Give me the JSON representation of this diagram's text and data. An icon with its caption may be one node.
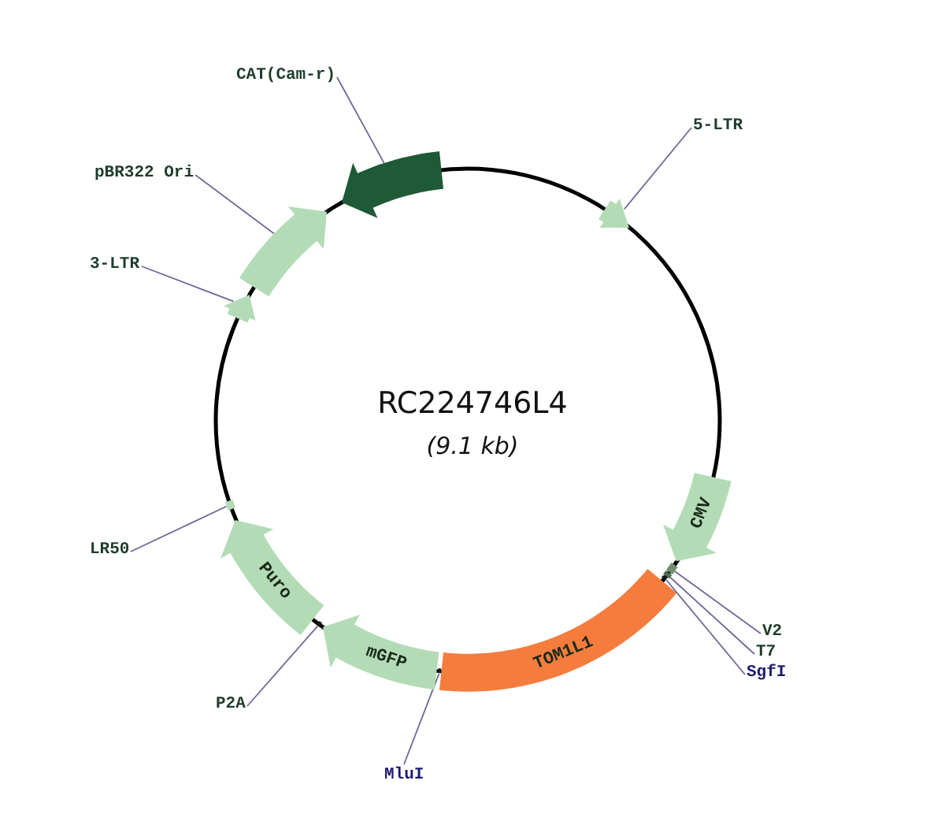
{
  "diagram": {
    "title": "RC224746L4",
    "nodes": [
      {
        "text": [
          "CAT(Cam-r)"
        ]
      },
      {
        "text": [],
        "shape": "arrow"
      },
      {
        "text": [
          "5-LTR"
        ]
      },
      {
        "text": [],
        "shape": "arrow"
      },
      {
        "text": [
          "pBR322 Ori"
        ]
      },
      {
        "text": [],
        "shape": "arrow"
      },
      {
        "text": [
          "3-LTR"
        ]
      },
      {
        "text": [],
        "shape": "arrow"
      },
      {
        "text": [
          "CMV"
        ]
      },
      {
        "text": [
          "LR50"
        ]
      },
      {
        "text": [],
        "shape": "bar"
      },
      {
        "text": [
          "Puro"
        ]
      },
      {
        "text": [
          "V2"
        ]
      },
      {
        "text": [],
        "shape": "bar"
      },
      {
        "text": [
          "T7"
        ]
      },
      {
        "text": [],
        "shape": "bar"
      },
      {
        "text": [
          "SgfI"
        ]
      },
      {
        "text": [],
        "shape": "bar"
      },
      {
        "text": [
          "mGFP"
        ]
      },
      {
        "text": [
          "TOM1L1"
        ]
      },
      {
        "text": [
          "P2A"
        ]
      },
      {
        "text": [],
        "shape": "bar"
      },
      {
        "text": [
          "MluI"
        ]
      },
      {
        "text": [],
        "shape": "bar"
      }
    ],
    "edges": [
      {
        "from": 0,
        "to": 1,
        "arrow": "none"
      },
      {
        "from": 2,
        "to": 3,
        "arrow": "none"
      },
      {
        "from": 4,
        "to": 5,
        "arrow": "none"
      },
      {
        "from": 6,
        "to": 7,
        "arrow": "none"
      },
      {
        "from": 9,
        "to": 10,
        "arrow": "none"
      },
      {
        "from": 12,
        "to": 13,
        "arrow": "none"
      },
      {
        "from": 14,
        "to": 15,
        "arrow": "none"
      },
      {
        "from": 16,
        "to": 17,
        "arrow": "none"
      },
      {
        "from": 20,
        "to": 21,
        "arrow": "none"
      },
      {
        "from": 22,
        "to": 23,
        "arrow": "none"
      }
    ],
    "labels": [
      "(9.1 kb)"
    ]
  }
}
